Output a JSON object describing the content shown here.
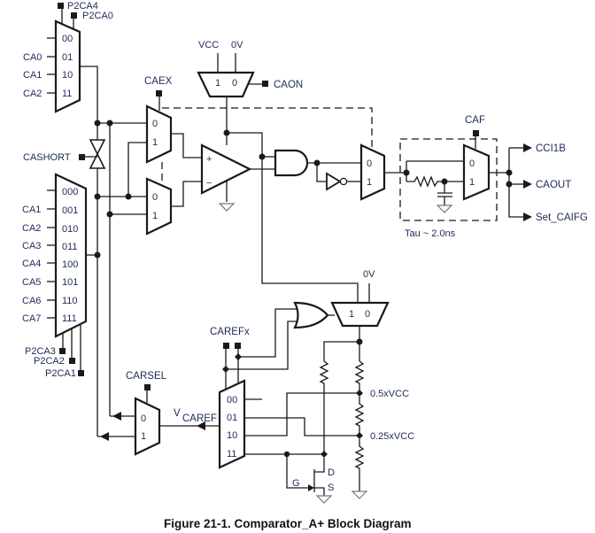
{
  "figure": {
    "caption": "Figure 21-1. Comparator_A+ Block Diagram"
  },
  "mux_top_left": {
    "control": [
      "P2CA4",
      "P2CA0"
    ],
    "inputs": [
      {
        "signal": "",
        "code": "00"
      },
      {
        "signal": "CA0",
        "code": "01"
      },
      {
        "signal": "CA1",
        "code": "10"
      },
      {
        "signal": "CA2",
        "code": "11"
      }
    ]
  },
  "mux_bottom_left": {
    "control": [
      "P2CA3",
      "P2CA2",
      "P2CA1"
    ],
    "inputs": [
      {
        "signal": "",
        "code": "000"
      },
      {
        "signal": "CA1",
        "code": "001"
      },
      {
        "signal": "CA2",
        "code": "010"
      },
      {
        "signal": "CA3",
        "code": "011"
      },
      {
        "signal": "CA4",
        "code": "100"
      },
      {
        "signal": "CA5",
        "code": "101"
      },
      {
        "signal": "CA6",
        "code": "110"
      },
      {
        "signal": "CA7",
        "code": "111"
      }
    ]
  },
  "cashort": {
    "label": "CASHORT"
  },
  "caex": {
    "label": "CAEX",
    "mux_inputs": [
      "0",
      "1"
    ]
  },
  "caon": {
    "label": "CAON",
    "supply_labels": [
      "VCC",
      "0V"
    ],
    "mux_inputs": [
      "1",
      "0"
    ]
  },
  "comparator": {
    "plus": "+",
    "minus": "−"
  },
  "output_mux": {
    "inputs": [
      "0",
      "1"
    ]
  },
  "filter": {
    "label": "CAF",
    "mux_inputs": [
      "0",
      "1"
    ],
    "tau": "Tau ~ 2.0ns"
  },
  "outputs": [
    "CCI1B",
    "CAOUT",
    "Set_CAIFG"
  ],
  "reference": {
    "supply_label": "0V",
    "mux_inputs": [
      "1",
      "0"
    ],
    "carefx_label": "CAREFx",
    "caref_mux_codes": [
      "00",
      "01",
      "10",
      "11"
    ],
    "vcaref_label": "V",
    "vcaref_sub": "CAREF",
    "taps": [
      "0.5xVCC",
      "0.25xVCC"
    ],
    "fet_pins": [
      "D",
      "G",
      "S"
    ]
  },
  "carsel": {
    "label": "CARSEL",
    "mux_inputs": [
      "0",
      "1"
    ]
  }
}
